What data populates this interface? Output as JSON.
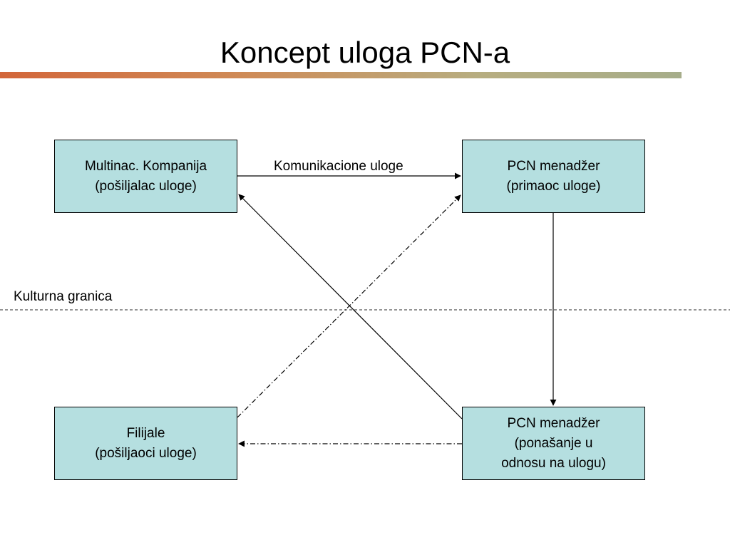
{
  "slide": {
    "title": "Koncept uloga PCN-a"
  },
  "boxes": {
    "mnc": {
      "line1": "Multinac. Kompanija",
      "line2": "(pošiljalac uloge)"
    },
    "pcn_receiver": {
      "line1": "PCN menadžer",
      "line2": "(primaoc uloge)"
    },
    "branches": {
      "line1": "Filijale",
      "line2": "(pošiljaoci uloge)"
    },
    "pcn_behavior": {
      "line1": "PCN menadžer",
      "line2": "(ponašanje u",
      "line3": "odnosu na ulogu)"
    }
  },
  "labels": {
    "communication": "Komunikacione uloge",
    "cultural_border": "Kulturna granica"
  }
}
